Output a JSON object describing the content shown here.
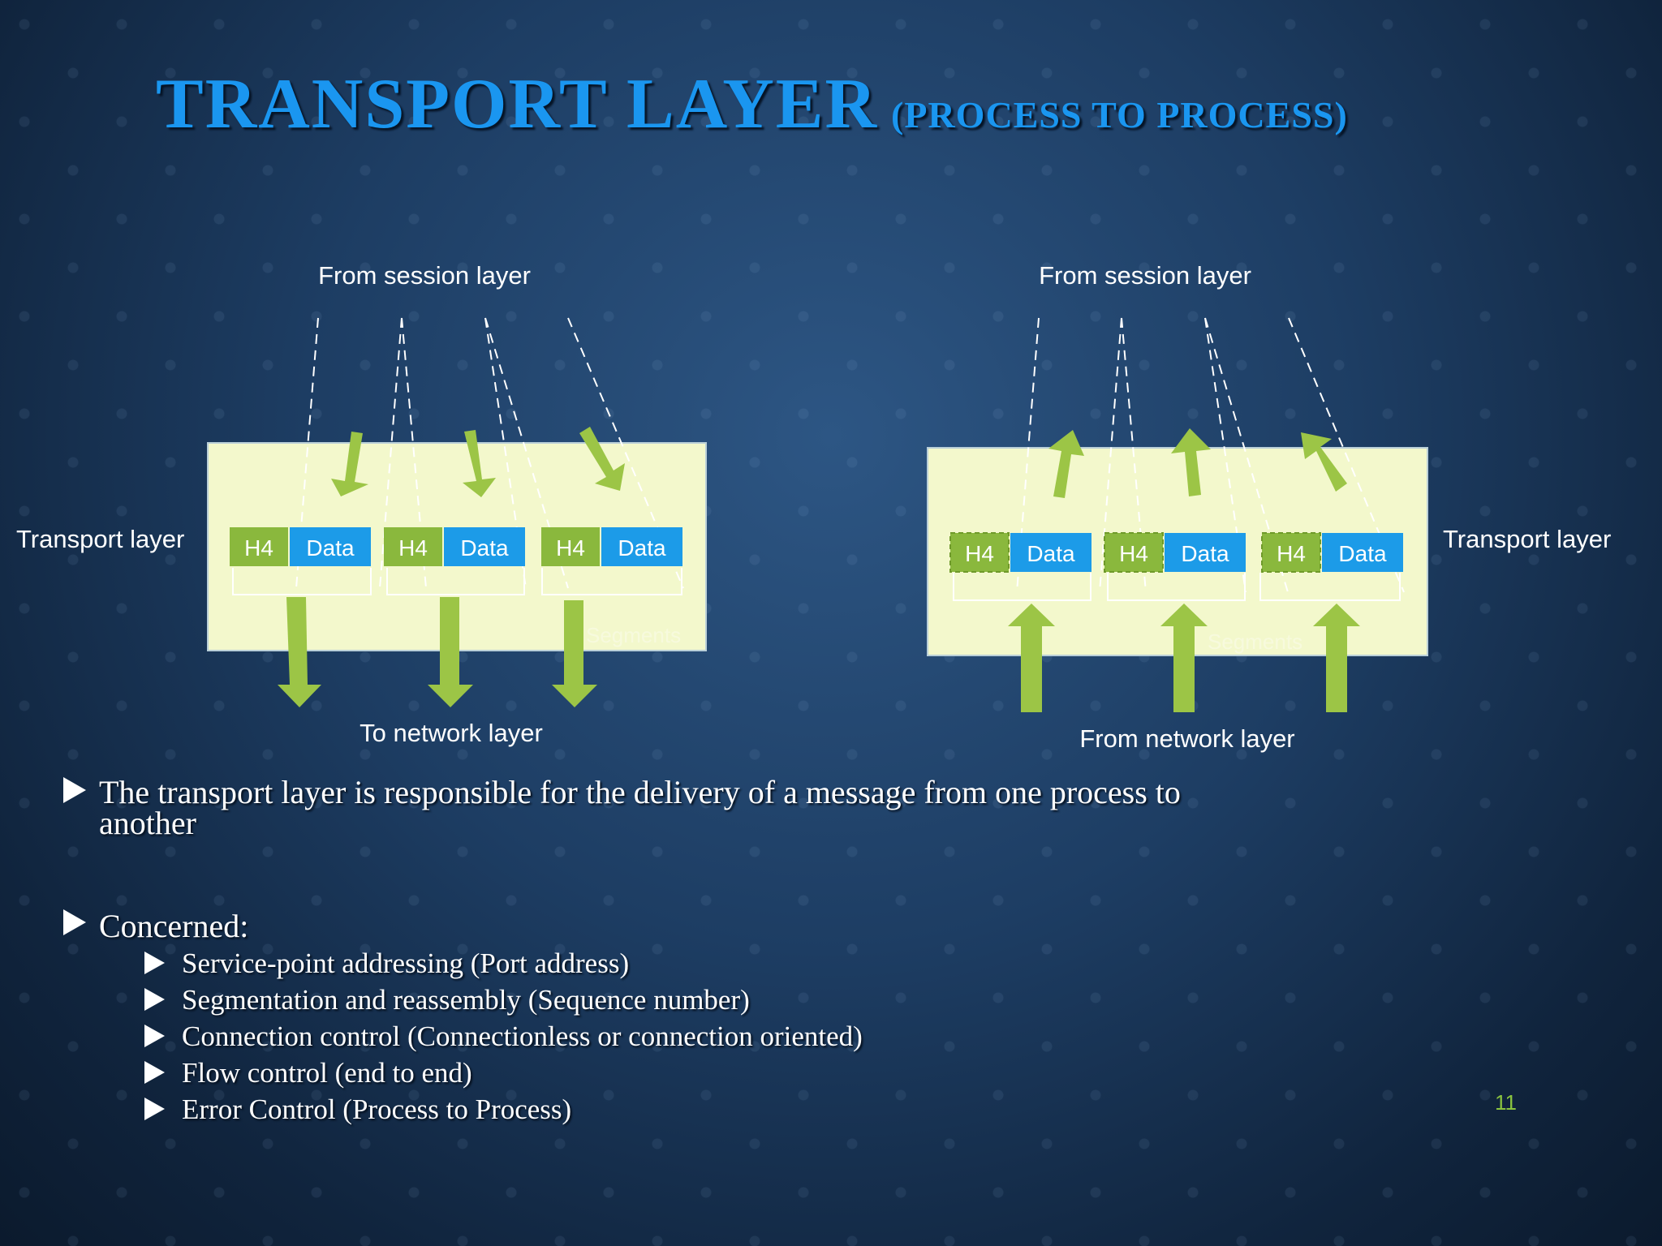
{
  "slide": {
    "title_main": "TRANSPORT LAYER",
    "title_sub": "(PROCESS TO PROCESS)",
    "page_number": "11"
  },
  "diagram": {
    "left": {
      "top_label": "From session layer",
      "side_label": "Transport layer",
      "bottom_label": "To network layer",
      "segments_label": "Segments",
      "packets": [
        {
          "header": "H4",
          "data": "Data"
        },
        {
          "header": "H4",
          "data": "Data"
        },
        {
          "header": "H4",
          "data": "Data"
        }
      ]
    },
    "right": {
      "top_label": "From session layer",
      "side_label": "Transport layer",
      "bottom_label": "From network layer",
      "segments_label": "Segments",
      "packets": [
        {
          "header": "H4",
          "data": "Data"
        },
        {
          "header": "H4",
          "data": "Data"
        },
        {
          "header": "H4",
          "data": "Data"
        }
      ]
    },
    "colors": {
      "box_fill": "#f3f8cc",
      "header_fill": "#8ab83d",
      "data_fill": "#1c9be8",
      "arrow_fill": "#9cc546"
    }
  },
  "bullets": {
    "main1_line1": "The transport layer is responsible for the delivery of a message from one process to",
    "main1_line2": "another",
    "main2": "Concerned:",
    "sub_items": [
      "Service-point addressing (Port address)",
      "Segmentation and reassembly (Sequence number)",
      "Connection control (Connectionless or connection oriented)",
      "Flow control (end to end)",
      "Error Control (Process to Process)"
    ]
  }
}
